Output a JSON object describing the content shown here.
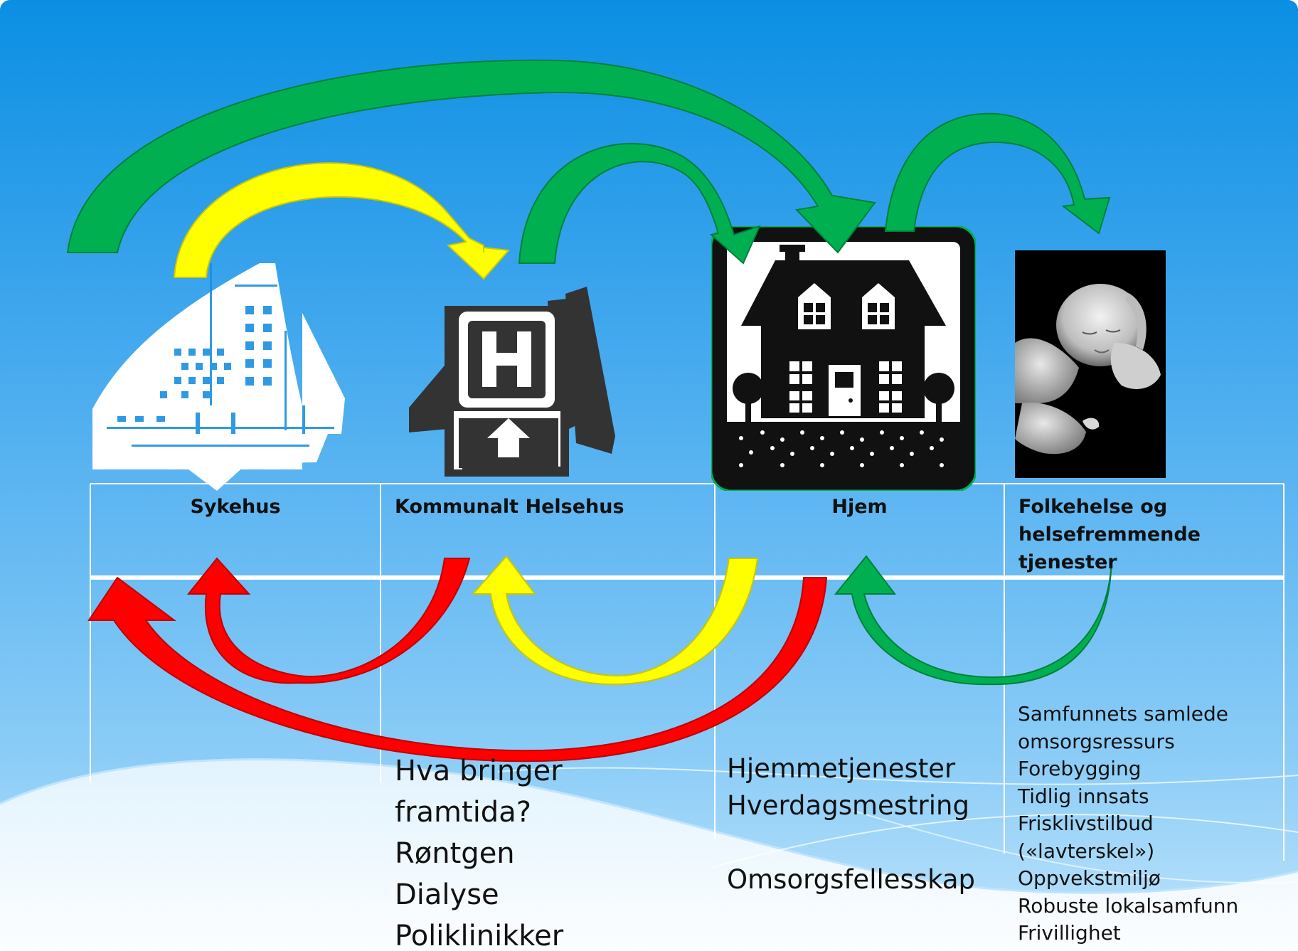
{
  "columns": [
    {
      "label": "Sykehus",
      "icon": "hospital-building-icon"
    },
    {
      "label": "Kommunalt Helsehus",
      "icon": "health-house-h-sign-icon"
    },
    {
      "label": "Hjem",
      "icon": "home-house-icon"
    },
    {
      "label": "Folkehelse og helsefremmende tjenester",
      "icon": "sleeping-baby-photo"
    }
  ],
  "helsehus_list": {
    "title_line1": "Hva bringer",
    "title_line2": "framtida?",
    "items": [
      "Røntgen",
      "Dialyse",
      "Poliklinikker"
    ]
  },
  "hjem_list": {
    "items": [
      "Hjemmetjenester",
      "Hverdagsmestring"
    ],
    "extra": "Omsorgsfellesskap"
  },
  "folkehelse_list": {
    "items": [
      "Samfunnets samlede",
      "omsorgsressurs",
      "Forebygging",
      "Tidlig innsats",
      "Frisklivstilbud",
      "(«lavterskel»)",
      "Oppvekstmiljø",
      "Robuste lokalsamfunn",
      "Frivillighet"
    ]
  },
  "colors": {
    "green": "#00b050",
    "dark_green": "#00803a",
    "yellow": "#ffff00",
    "dark_yellow": "#c8c800",
    "red": "#ff0000",
    "dark_red": "#c00000",
    "background_top": "#0b8fe3",
    "background_bottom": "#bfe4fb"
  }
}
